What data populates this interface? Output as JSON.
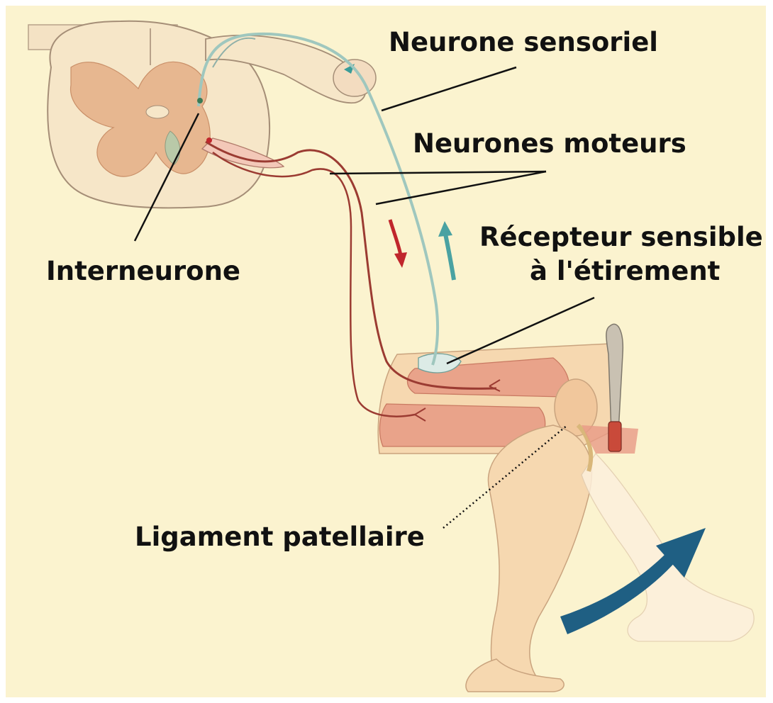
{
  "labels": {
    "sensory_neuron": "Neurone sensoriel",
    "motor_neurons": "Neurones moteurs",
    "stretch_receptor_line1": "Récepteur sensible",
    "stretch_receptor_line2": "à l'étirement",
    "interneuron": "Interneurone",
    "patellar_ligament": "Ligament patellaire"
  },
  "colors": {
    "background": "#fbf3cf",
    "skin": "#f6d8b0",
    "muscle": "#e9a38a",
    "grey_matter": "#e7b790",
    "sensory_nerve": "#9fc7be",
    "motor_nerve": "#9b3b32",
    "motion_arrow": "#1f5f83",
    "signal_down_arrow": "#c0262c",
    "signal_up_arrow": "#4aa2a2"
  },
  "icons": [
    "reflex-hammer-icon",
    "kick-motion-arrow-icon",
    "signal-down-arrow-icon",
    "signal-up-arrow-icon"
  ]
}
